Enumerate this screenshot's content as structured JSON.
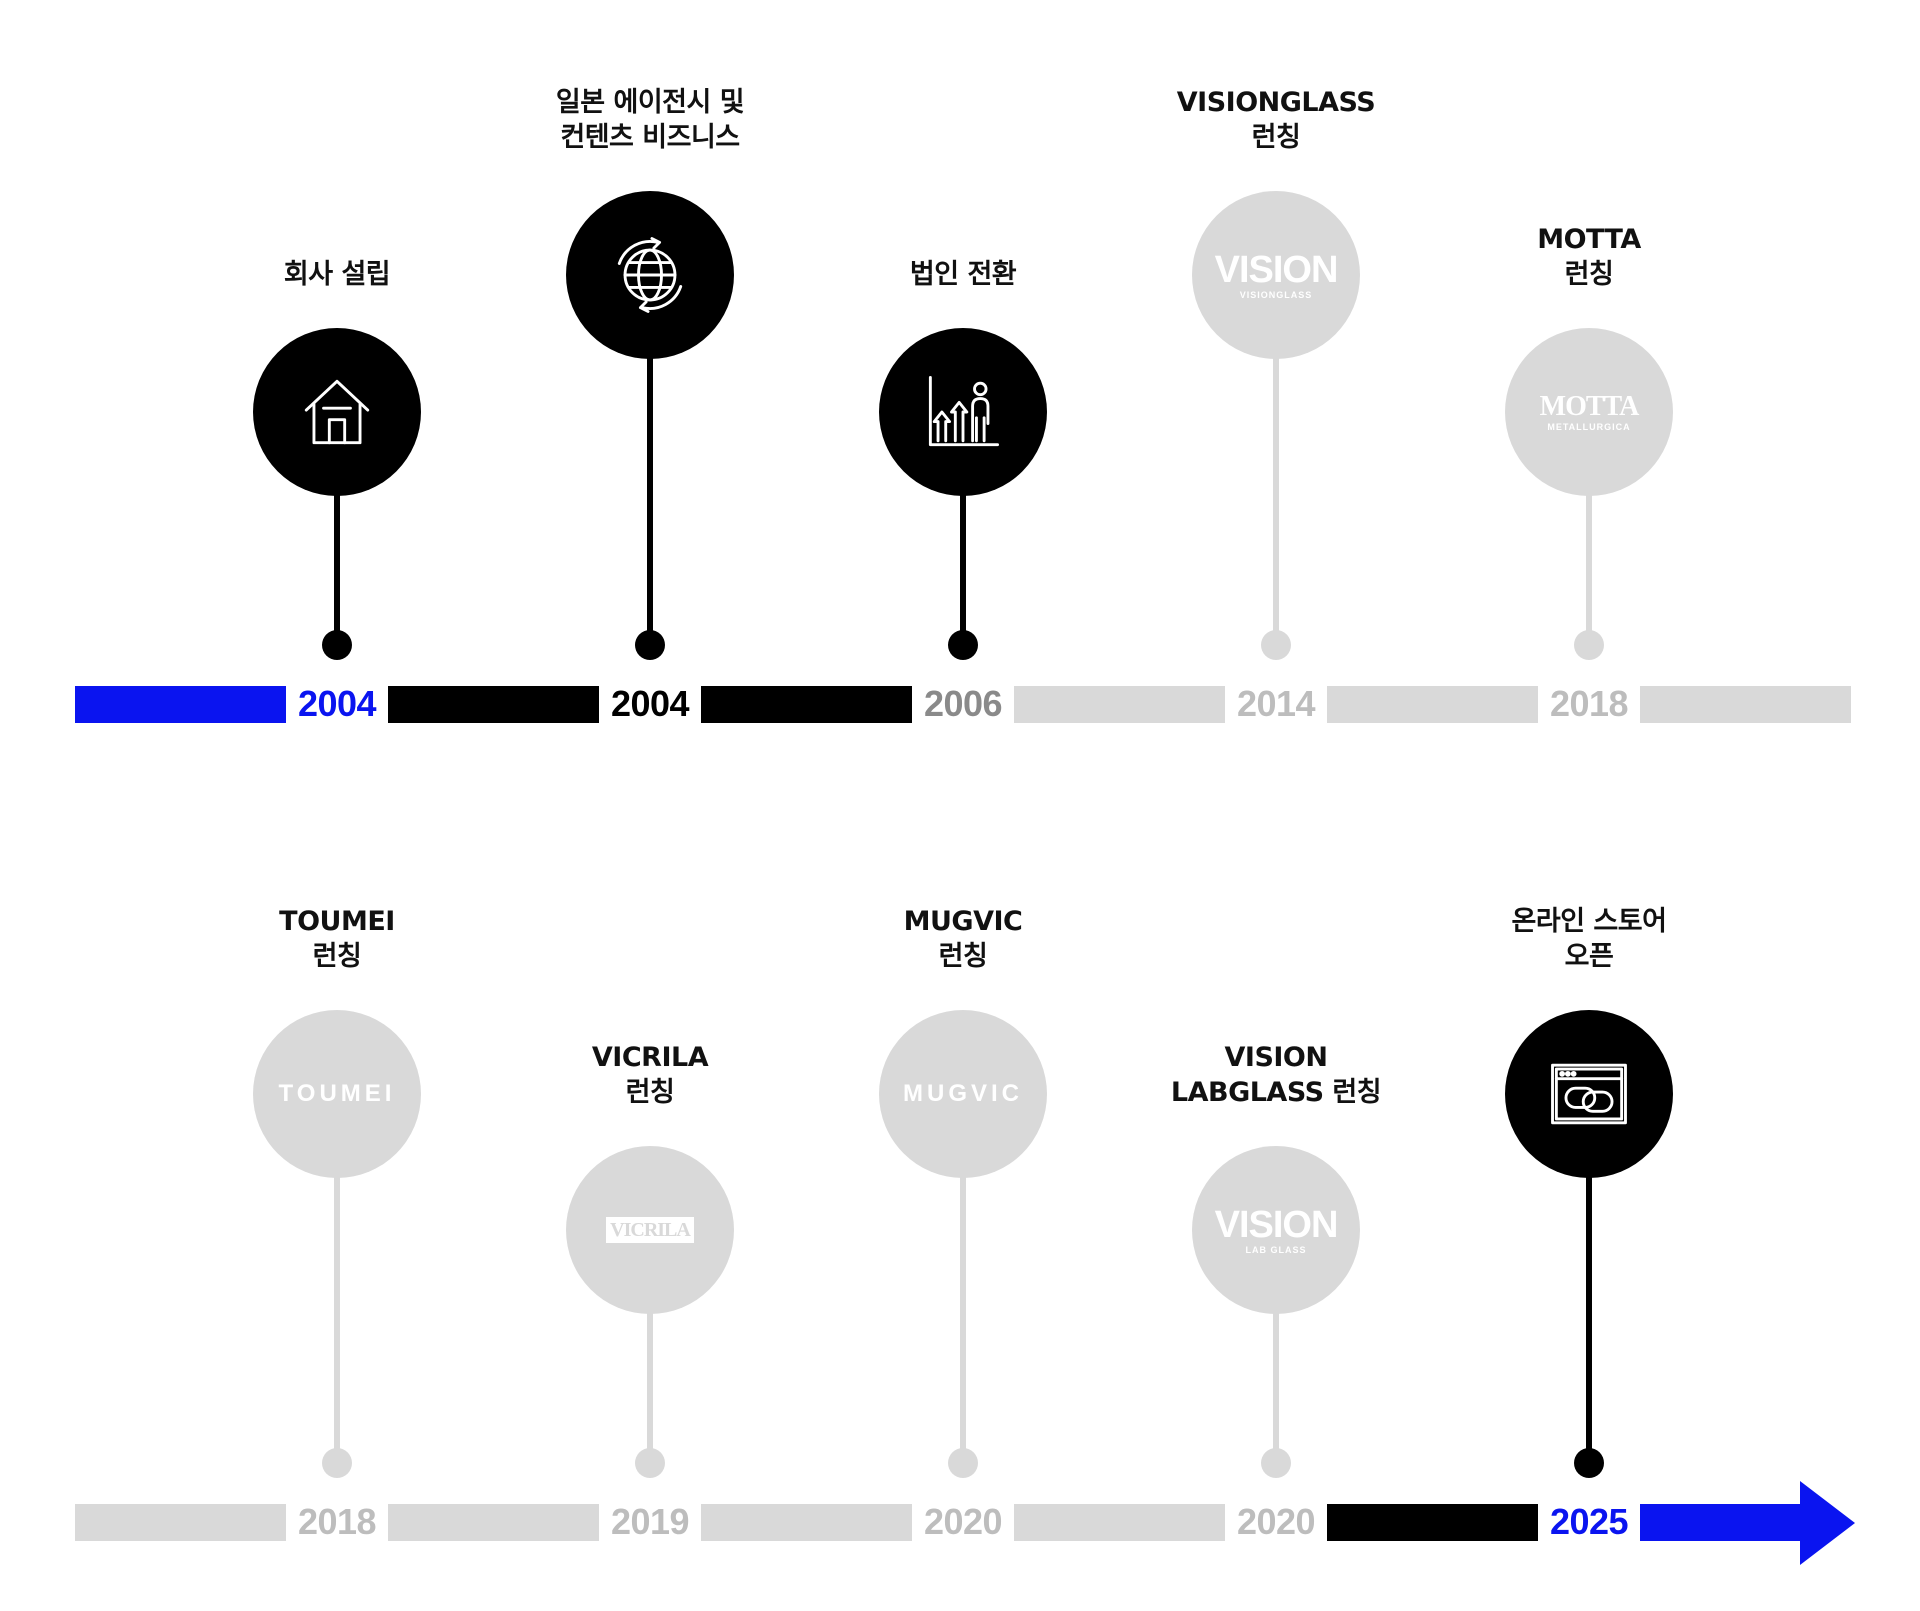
{
  "colors": {
    "active": "#000000",
    "inactive": "#d9d9d9",
    "accent": "#0a14f0",
    "year_inactive": "#bdbdbd",
    "year_mid": "#8a8a8a"
  },
  "rows": [
    {
      "bar_segments": [
        "accent",
        "active",
        "active",
        "inactive",
        "inactive",
        "inactive"
      ],
      "events": [
        {
          "year": "2004",
          "label_lines": [
            "회사 설립"
          ],
          "state": "active",
          "year_color": "accent",
          "icon": "house-icon"
        },
        {
          "year": "2004",
          "label_lines": [
            "일본 에이전시 및",
            "컨텐츠 비즈니스"
          ],
          "state": "active",
          "year_color": "active",
          "icon": "globe-icon"
        },
        {
          "year": "2006",
          "label_lines": [
            "법인 전환"
          ],
          "state": "active",
          "year_color": "year_mid",
          "icon": "growth-chart-icon"
        },
        {
          "year": "2014",
          "label_lines": [
            "VISIONGLASS",
            "런칭"
          ],
          "state": "inactive",
          "year_color": "year_inactive",
          "brand": "VISION",
          "brand_sub": "VISIONGLASS"
        },
        {
          "year": "2018",
          "label_lines": [
            "MOTTA",
            "런칭"
          ],
          "state": "inactive",
          "year_color": "year_inactive",
          "brand": "MOTTA",
          "brand_sub": "METALLURGICA"
        }
      ]
    },
    {
      "bar_segments": [
        "inactive",
        "inactive",
        "inactive",
        "inactive",
        "active",
        "accent"
      ],
      "events": [
        {
          "year": "2018",
          "label_lines": [
            "TOUMEI",
            "런칭"
          ],
          "state": "inactive",
          "year_color": "year_inactive",
          "brand": "TOUMEI",
          "brand_sub": ""
        },
        {
          "year": "2019",
          "label_lines": [
            "VICRILA",
            "런칭"
          ],
          "state": "inactive",
          "year_color": "year_inactive",
          "brand": "VICRILA",
          "brand_sub": ""
        },
        {
          "year": "2020",
          "label_lines": [
            "MUGVIC",
            "런칭"
          ],
          "state": "inactive",
          "year_color": "year_inactive",
          "brand": "MUGVIC",
          "brand_sub": ""
        },
        {
          "year": "2020",
          "label_lines": [
            "VISION",
            "LABGLASS 런칭"
          ],
          "state": "inactive",
          "year_color": "year_inactive",
          "brand": "VISION",
          "brand_sub": "LAB GLASS"
        },
        {
          "year": "2025",
          "label_lines": [
            "온라인 스토어",
            "오픈"
          ],
          "state": "active",
          "year_color": "accent",
          "icon": "browser-link-icon"
        }
      ]
    }
  ]
}
